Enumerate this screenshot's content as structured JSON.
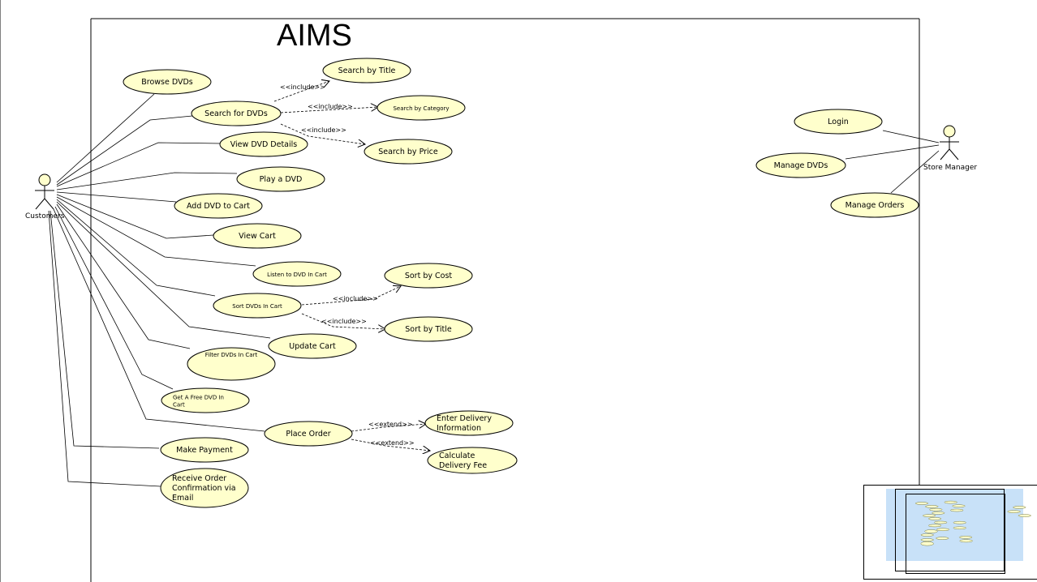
{
  "system": {
    "title": "AIMS"
  },
  "actors": {
    "customers": "Customers",
    "store_manager": "Store Manager"
  },
  "use_cases": {
    "browse_dvds": [
      "Browse DVDs"
    ],
    "search_for_dvds": [
      "Search for DVDs"
    ],
    "search_by_title": [
      "Search by Title"
    ],
    "search_by_category": [
      "Search by Category"
    ],
    "search_by_price": [
      "Search by Price"
    ],
    "view_dvd_details": [
      "View DVD Details"
    ],
    "play_a_dvd": [
      "Play a DVD"
    ],
    "add_dvd_to_cart": [
      "Add DVD to Cart"
    ],
    "view_cart": [
      "View Cart"
    ],
    "listen_to_dvd_in_cart": [
      "Listen to DVD In Cart"
    ],
    "sort_dvds_in_cart": [
      "Sort DVDs In Cart"
    ],
    "sort_by_cost": [
      "Sort by Cost"
    ],
    "sort_by_title": [
      "Sort by Title"
    ],
    "update_cart": [
      "Update Cart"
    ],
    "filter_dvds_in_cart": [
      "Filter DVDs In Cart"
    ],
    "get_free_dvd": [
      "Get A Free DVD In",
      "Cart"
    ],
    "place_order": [
      "Place Order"
    ],
    "enter_delivery_information": [
      "Enter Delivery",
      "Information"
    ],
    "calculate_delivery_fee": [
      "Calculate",
      "Delivery Fee"
    ],
    "make_payment": [
      "Make Payment"
    ],
    "receive_order_confirmation": [
      "Receive Order",
      "Confirmation via",
      "Email"
    ],
    "login": [
      "Login"
    ],
    "manage_dvds": [
      "Manage DVDs"
    ],
    "manage_orders": [
      "Manage Orders"
    ]
  },
  "relations": {
    "include": "<<include>>",
    "extend": "<<extend>>"
  },
  "colors": {
    "use_case_fill": "#ffffcc",
    "overview_bg": "#c8e1f8"
  }
}
